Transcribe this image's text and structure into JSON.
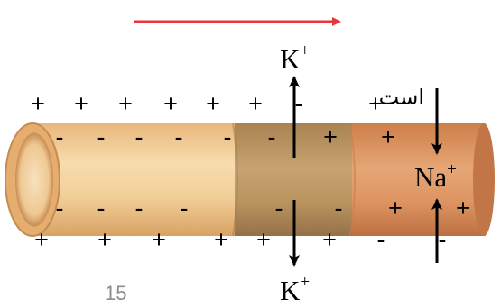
{
  "colors": {
    "direction_arrow": "#e8343a",
    "axon_resting_light": "#f6d6a6",
    "axon_resting_mid": "#e7b273",
    "axon_depolarized": "#b8925f",
    "axon_incoming": "#d88f57",
    "ion_arrows": "#000000"
  },
  "labels": {
    "k_top": "K",
    "k_top_sup": "+",
    "k_bottom": "K",
    "k_bottom_sup": "+",
    "na": "Na",
    "na_sup": "+",
    "persian_fragment": "است.",
    "page_number": "15"
  },
  "charges": {
    "outer_top": [
      "+",
      "+",
      "+",
      "+",
      "+",
      "+",
      "-",
      "+"
    ],
    "inner_top": [
      "-",
      "-",
      "-",
      "-",
      "-",
      "-",
      "+",
      "+"
    ],
    "inner_bottom": [
      "-",
      "-",
      "-",
      "-",
      "-",
      "-",
      "+",
      "+"
    ],
    "outer_bottom": [
      "+",
      "+",
      "+",
      "+",
      "+",
      "+",
      "-",
      "-"
    ]
  }
}
